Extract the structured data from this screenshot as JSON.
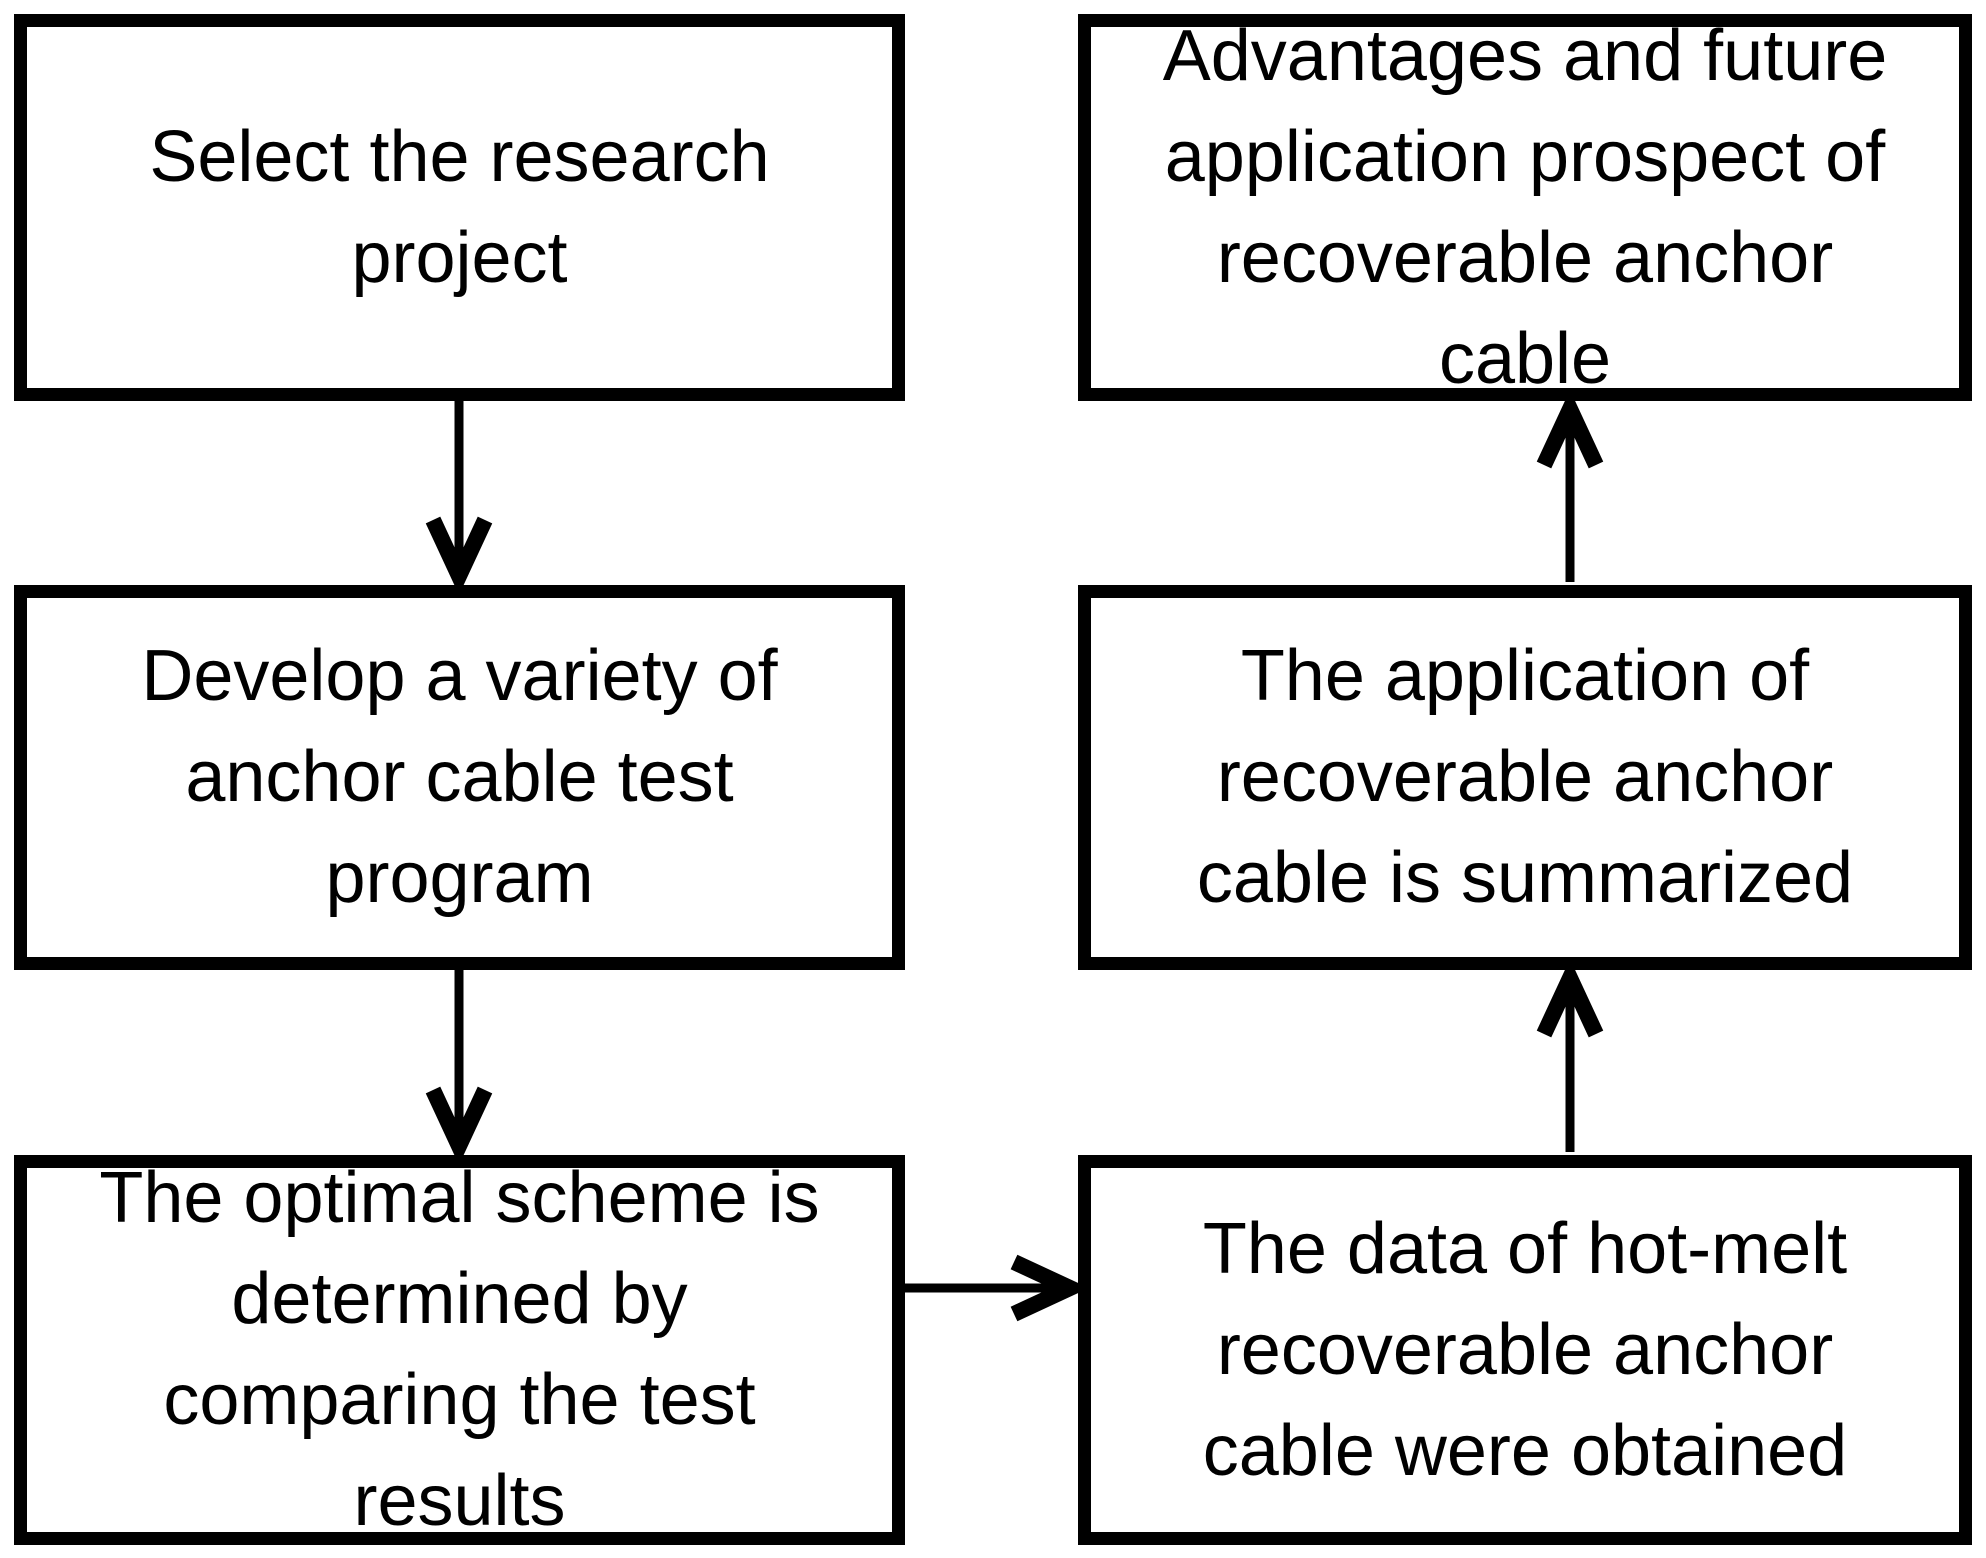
{
  "flowchart": {
    "background_color": "#ffffff",
    "line_color": "#000000",
    "boxes": [
      {
        "id": "select-research-project",
        "lines": [
          "Select the research",
          "project"
        ]
      },
      {
        "id": "develop-test-program",
        "lines": [
          "Develop a variety of",
          "anchor cable test",
          "program"
        ]
      },
      {
        "id": "optimal-scheme-determined",
        "lines": [
          "The optimal scheme is",
          "determined by",
          "comparing the test",
          "results"
        ]
      },
      {
        "id": "data-obtained",
        "lines": [
          "The data of hot-melt",
          "recoverable anchor",
          "cable were obtained"
        ]
      },
      {
        "id": "application-summarized",
        "lines": [
          "The application of",
          "recoverable anchor",
          "cable is summarized"
        ]
      },
      {
        "id": "advantages-future-prospect",
        "lines": [
          "Advantages and future",
          "application prospect of",
          "recoverable anchor",
          "cable"
        ]
      }
    ],
    "arrows": [
      {
        "from": "select-research-project",
        "to": "develop-test-program",
        "direction": "down"
      },
      {
        "from": "develop-test-program",
        "to": "optimal-scheme-determined",
        "direction": "down"
      },
      {
        "from": "optimal-scheme-determined",
        "to": "data-obtained",
        "direction": "right"
      },
      {
        "from": "data-obtained",
        "to": "application-summarized",
        "direction": "up"
      },
      {
        "from": "application-summarized",
        "to": "advantages-future-prospect",
        "direction": "up"
      }
    ]
  }
}
